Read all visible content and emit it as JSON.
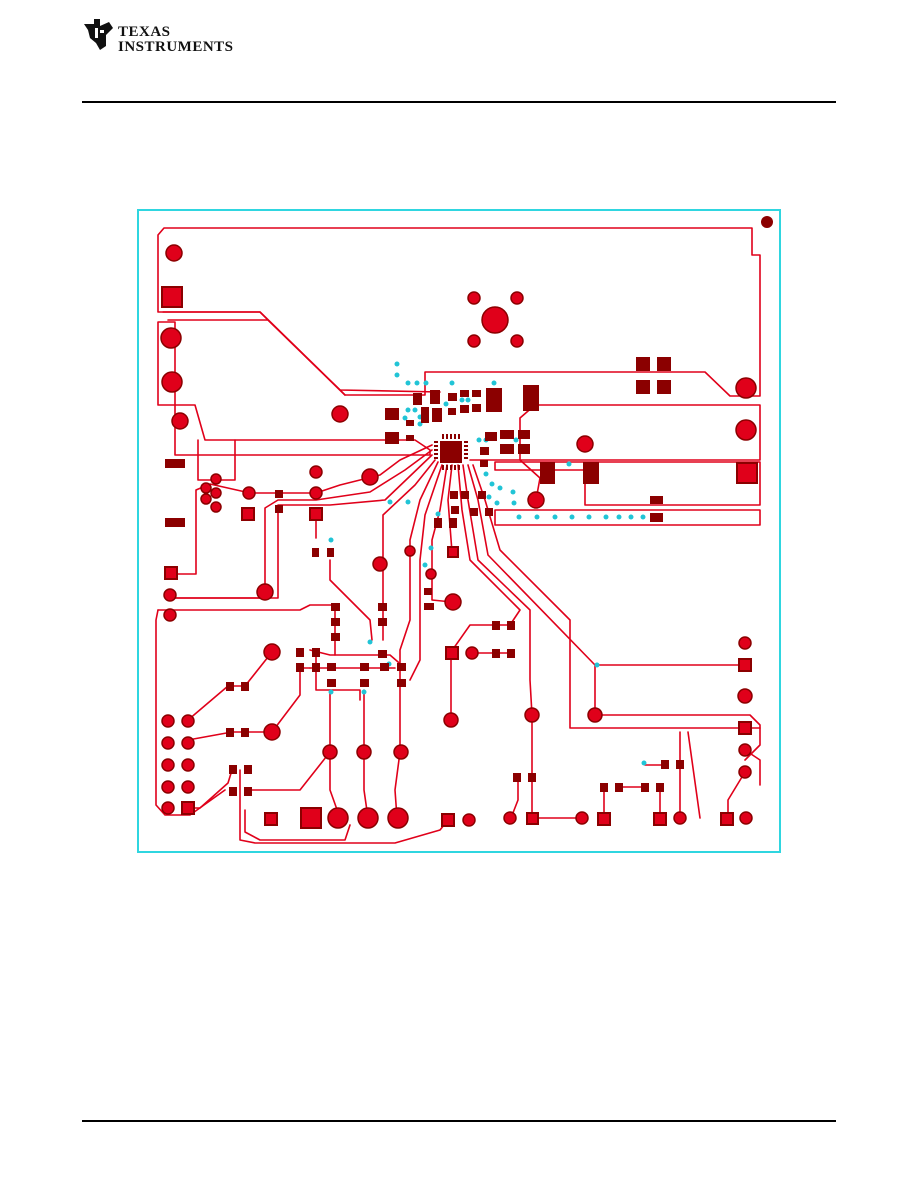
{
  "header": {
    "logo_name": "texas-instruments-logo",
    "logo_line1": "TEXAS",
    "logo_line2": "INSTRUMENTS"
  },
  "figure": {
    "kind": "pcb-top-layer-layout",
    "colors": {
      "outline": "#2fd6e0",
      "trace": "#e0001a",
      "pad": "#e0001a",
      "smd": "#8b0000",
      "via": "#21c4d6"
    }
  }
}
